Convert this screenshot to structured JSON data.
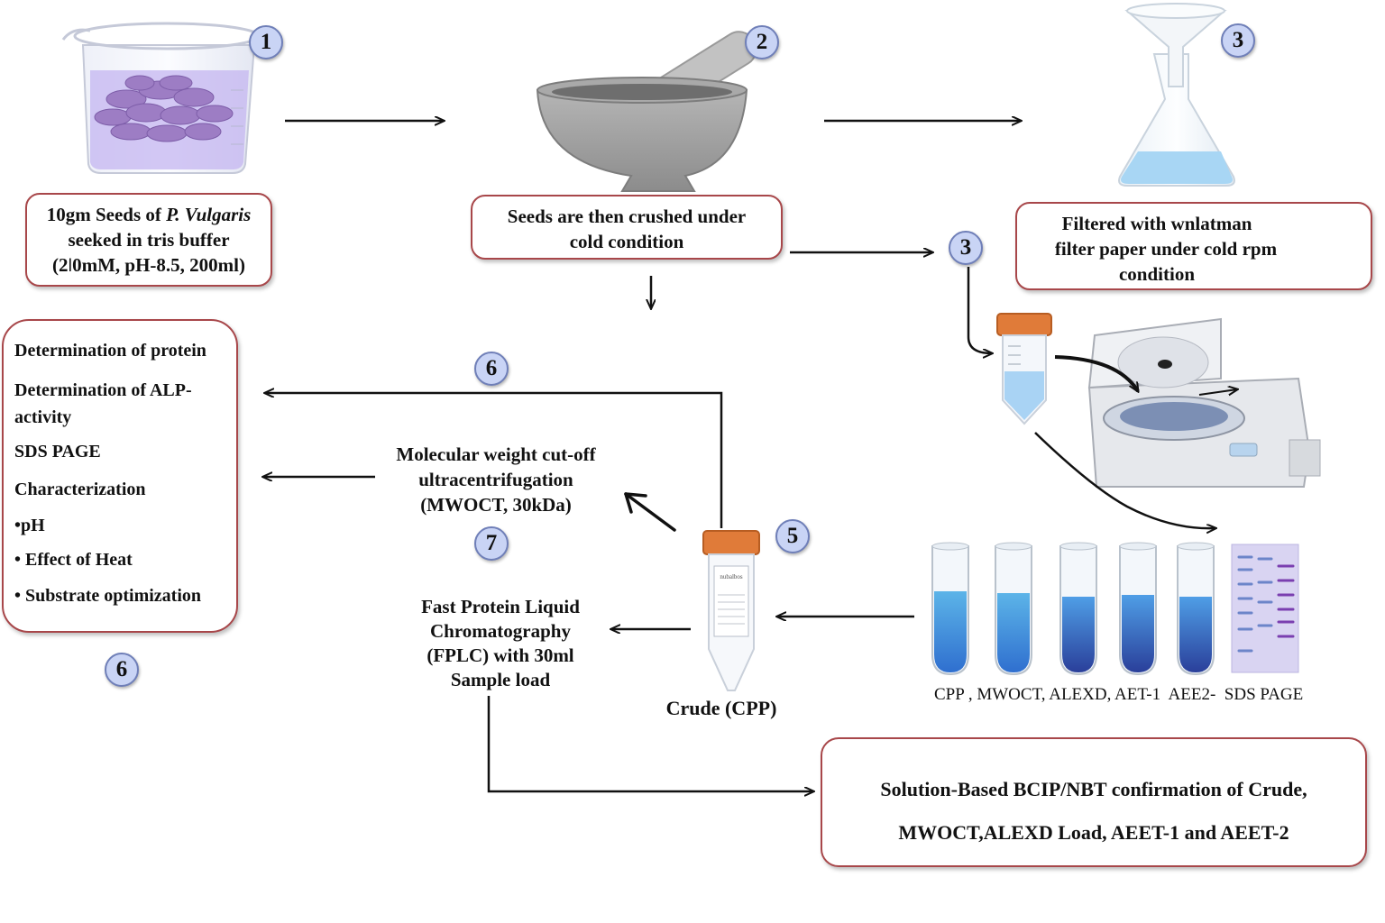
{
  "steps": {
    "step1": {
      "badge": "1",
      "line1_prefix": "10gm Seeds of ",
      "line1_italic": "P. Vulgaris",
      "line2": "seeked in tris buffer",
      "line3": "(2ǀ0mM, pH-8.5, 200ml)"
    },
    "step2": {
      "badge": "2",
      "line1": "Seeds are then crushed under",
      "line2": "cold condition"
    },
    "step3": {
      "badge_top": "3",
      "badge_mid": "3",
      "line1": "Filtered with wnlatman",
      "line2": "filter paper under cold rpm",
      "line3": "condition"
    },
    "step5": {
      "badge": "5",
      "label": "Crude (CPP)"
    },
    "step6": {
      "badge_arrow": "6",
      "badge_box": "6",
      "items": [
        "Determination of protein",
        "Determination of ALP-",
        "activity",
        "SDS PAGE",
        "Characterization",
        "•pH",
        "• Effect of Heat",
        "• Substrate optimization"
      ]
    },
    "step7": {
      "badge": "7",
      "line1": "Molecular weight cut-off",
      "line2": "ultracentrifugation",
      "line3": "(MWOCT, 30kDa)"
    },
    "fplc": {
      "line1": "Fast Protein Liquid",
      "line2": "Chromatography",
      "line3": "(FPLC) with 30ml",
      "line4": "Sample load"
    },
    "tubes_caption": "CPP , MWOCT, ALEXD, AET-1  AEE2-  SDS PAGE",
    "falcon_label": "nubalbos",
    "final": {
      "line1": "Solution-Based BCIP/NBT confirmation of Crude,",
      "line2": "MWOCT,ALEXD Load,  AEET-1 and AEET-2"
    }
  },
  "colors": {
    "box_border": "#a8474a",
    "badge_fill": "#c9d4f5",
    "badge_border": "#6f7fb8",
    "arrow": "#111111",
    "tube_cap": "#e07b39",
    "liquid_blue": "#3d8fd6"
  }
}
